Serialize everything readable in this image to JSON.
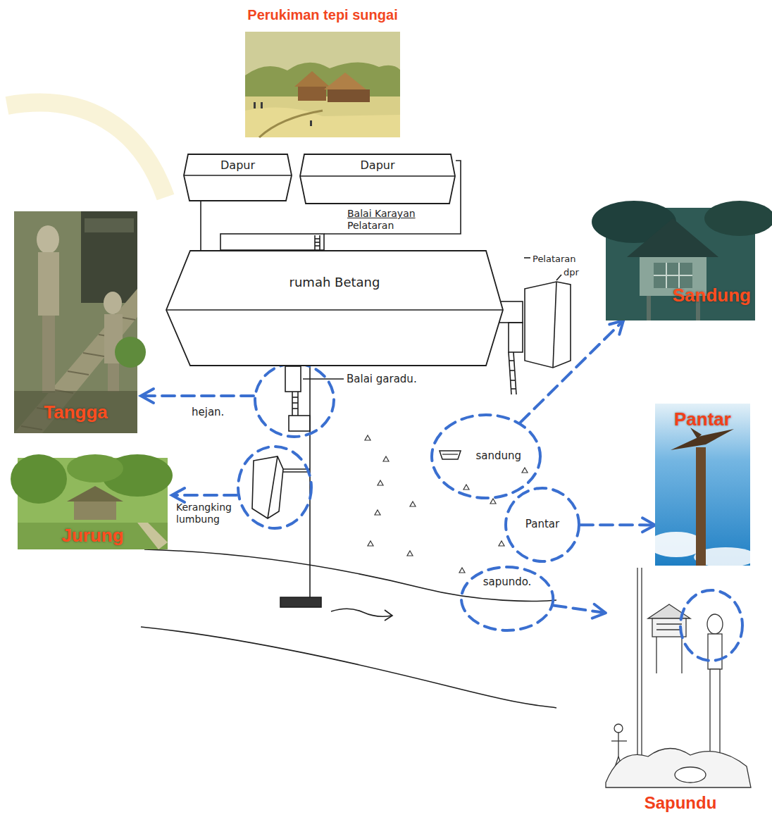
{
  "diagram": {
    "title": "Perukiman tepi sungai",
    "nodes": [
      {
        "text": [
          "Dapur"
        ]
      },
      {
        "text": [
          "Dapur"
        ]
      },
      {
        "text": [
          "Tangga"
        ]
      },
      {
        "text": [
          "Sandung"
        ]
      },
      {
        "text": [
          "rumah Betang"
        ]
      },
      {
        "text": [
          "Jurung"
        ]
      },
      {
        "text": [
          "sandung"
        ]
      },
      {
        "text": [
          "Pantar"
        ]
      },
      {
        "text": [
          "Pantar"
        ]
      },
      {
        "text": [
          "sapundo."
        ]
      },
      {
        "text": [
          "Sapundu"
        ]
      }
    ],
    "edges": [
      {
        "from": 6,
        "to": 3,
        "arrow": "to"
      },
      {
        "from": 8,
        "to": 7,
        "arrow": "to"
      },
      {
        "from": 9,
        "to": 10,
        "arrow": "to"
      }
    ],
    "labels": [
      "Balai Karayan",
      "Pelataran",
      "Pelataran",
      "dpr",
      "Balai garadu.",
      "hejan.",
      "Kerangking lumbung"
    ]
  }
}
